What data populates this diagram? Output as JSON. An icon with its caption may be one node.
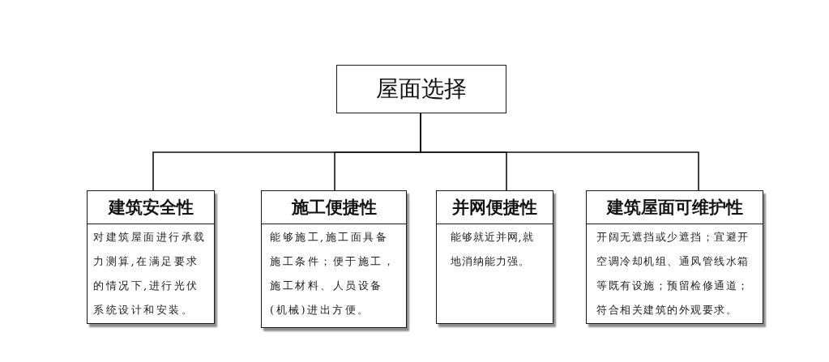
{
  "diagram": {
    "nodes": [
      {
        "text": [
          "屋面选择"
        ]
      },
      {
        "text": [
          "建筑安全性",
          "对建筑屋面进行承载力测算,在满足要求的情况下,进行光伏系统设计和安装。"
        ]
      },
      {
        "text": [
          "施工便捷性",
          "能够施工,施工面具备施工条件；便于施工，施工材料、人员设备(机械)进出方便。"
        ]
      },
      {
        "text": [
          "并网便捷性",
          "能够就近并网,就地消纳能力强。"
        ]
      },
      {
        "text": [
          "建筑屋面可维护性",
          "开阔无遮挡或少遮挡；宜避开空调冷却机组、通风管线水箱等既有设施；预留检修通道；符合相关建筑的外观要求。"
        ]
      }
    ],
    "edges": [
      {
        "from": 0,
        "to": 1,
        "arrow": "none"
      },
      {
        "from": 0,
        "to": 2,
        "arrow": "none"
      },
      {
        "from": 0,
        "to": 3,
        "arrow": "none"
      },
      {
        "from": 0,
        "to": 4,
        "arrow": "none"
      }
    ]
  }
}
